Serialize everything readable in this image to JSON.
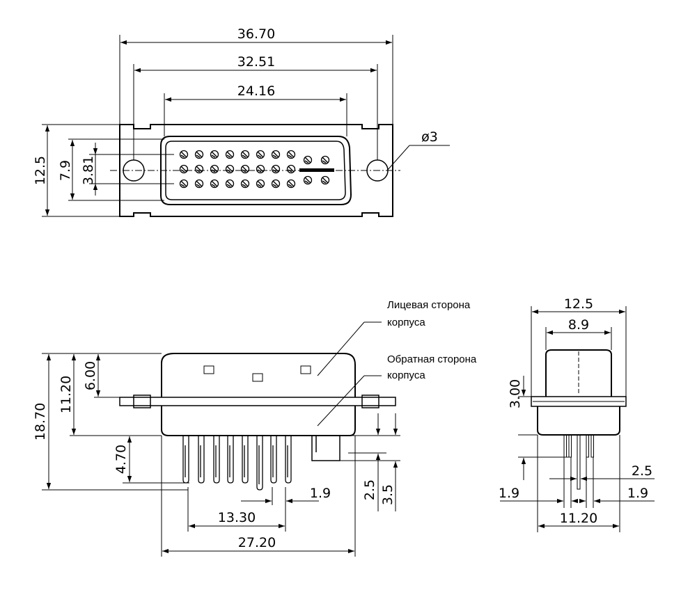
{
  "front_view": {
    "dims": {
      "overall_width": "36.70",
      "hole_pitch": "32.51",
      "shell_width": "24.16",
      "height": "12.5",
      "shell_height": "7.9",
      "pin_row_span": "3.81",
      "hole_dia": "ø3"
    }
  },
  "side_view": {
    "dims": {
      "total_height": "18.70",
      "upper_height": "11.20",
      "shell_top": "6.00",
      "pin_length": "4.70",
      "pin_pitch": "1.9",
      "pin_span": "13.30",
      "body_width": "27.20",
      "tab_a": "2.5",
      "tab_b": "3.5"
    },
    "labels": {
      "front_side_1": "Лицевая сторона",
      "front_side_2": "корпуса",
      "back_side_1": "Обратная сторона",
      "back_side_2": "корпуса"
    }
  },
  "end_view": {
    "dims": {
      "flange_width": "12.5",
      "shell_width": "8.9",
      "shell_height": "3.00",
      "pin_offset": "2.5",
      "pitch_left": "1.9",
      "pitch_right": "1.9",
      "pin_span": "11.20"
    }
  }
}
